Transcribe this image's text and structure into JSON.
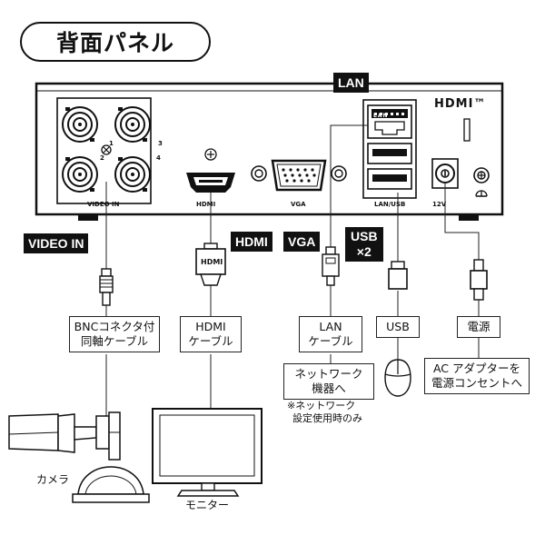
{
  "title": "背面パネル",
  "panel": {
    "brand_logo": "HDMI™",
    "video_in_label": "VIDEO IN",
    "hdmi_label": "HDMI",
    "vga_label": "VGA",
    "lan_usb_label": "LAN/USB",
    "power_label": "12V",
    "port_numbers": [
      "1",
      "2",
      "3",
      "4"
    ]
  },
  "tags": {
    "lan": "LAN",
    "video_in": "VIDEO IN",
    "hdmi": "HDMI",
    "vga": "VGA",
    "usb_line1": "USB",
    "usb_line2": "×2"
  },
  "cables": {
    "bnc_line1": "BNCコネクタ付",
    "bnc_line2": "同軸ケーブル",
    "hdmi_line1": "HDMI",
    "hdmi_line2": "ケーブル",
    "lan_line1": "LAN",
    "lan_line2": "ケーブル",
    "usb": "USB",
    "power": "電源",
    "hdmi_plug_logo": "HDMI"
  },
  "destinations": {
    "network_line1": "ネットワーク",
    "network_line2": "機器へ",
    "network_note_line1": "※ネットワーク",
    "network_note_line2": "設定使用時のみ",
    "adapter_line1": "AC アダプターを",
    "adapter_line2": "電源コンセントへ",
    "camera": "カメラ",
    "monitor": "モニター"
  }
}
